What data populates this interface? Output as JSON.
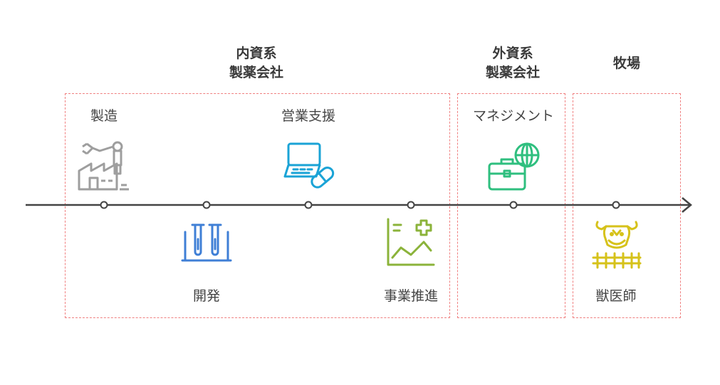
{
  "groups": [
    {
      "title": "内資系\n製薬会社"
    },
    {
      "title": "外資系\n製薬会社"
    },
    {
      "title": "牧場"
    }
  ],
  "steps": [
    {
      "label": "製造",
      "icon": "factory-robot-arm-icon",
      "color": "#9e9e9e"
    },
    {
      "label": "開発",
      "icon": "test-tubes-icon",
      "color": "#3f7fd6"
    },
    {
      "label": "営業支援",
      "icon": "laptop-pill-icon",
      "color": "#1aa3d6"
    },
    {
      "label": "事業推進",
      "icon": "chart-growth-plus-icon",
      "color": "#8bb33a"
    },
    {
      "label": "マネジメント",
      "icon": "briefcase-globe-icon",
      "color": "#2fbf7f"
    },
    {
      "label": "獣医師",
      "icon": "cow-fence-icon",
      "color": "#d6c21a"
    }
  ]
}
